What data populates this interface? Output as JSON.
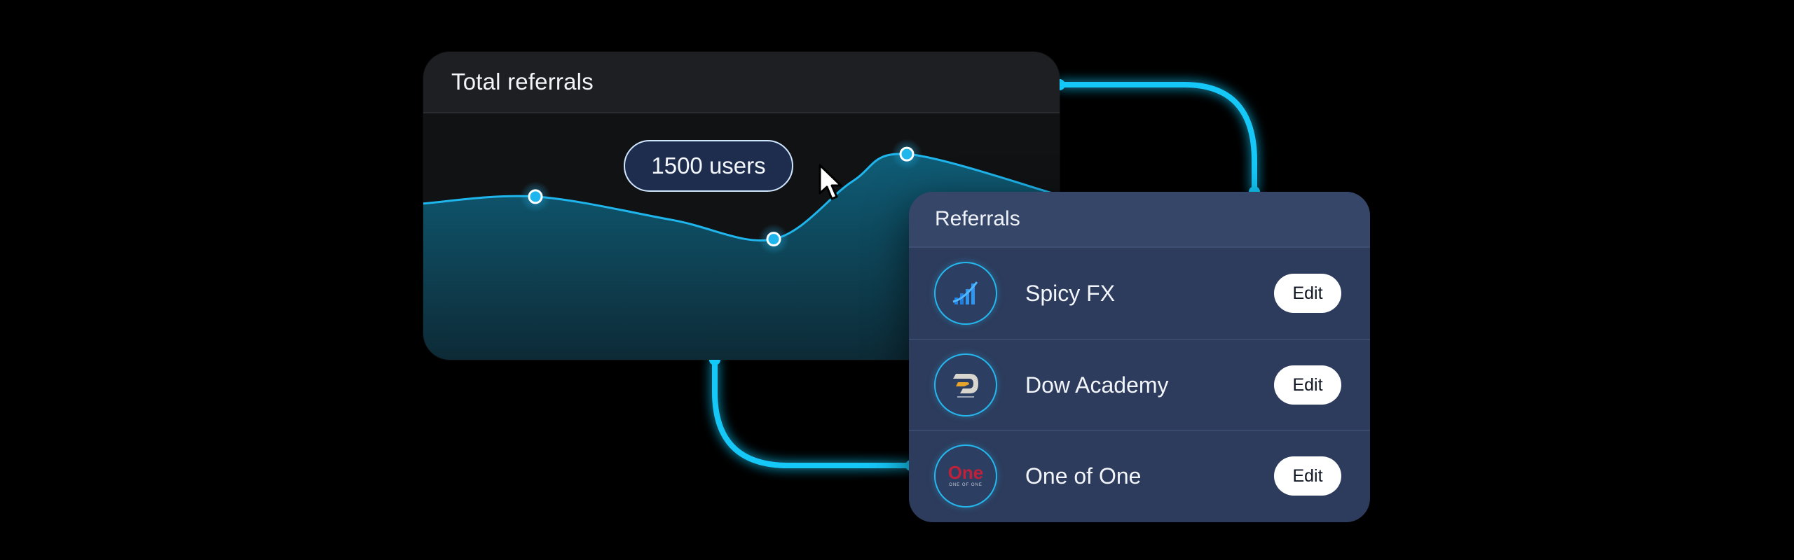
{
  "total_referrals": {
    "title": "Total referrals",
    "tooltip": "1500 users",
    "accent_color": "#1fb6ee"
  },
  "chart_data": {
    "type": "area",
    "title": "Total referrals",
    "xlabel": "",
    "ylabel": "",
    "highlighted_value": 1500,
    "highlighted_unit": "users",
    "series": [
      {
        "values": [
          1140,
          1190,
          1020,
          880,
          1300,
          1500,
          1200
        ]
      }
    ],
    "ylim": [
      0,
      1700
    ],
    "grid": false
  },
  "referrals": {
    "title": "Referrals",
    "items": [
      {
        "name": "Spicy FX",
        "action": "Edit",
        "logo": "spicy-fx-logo-icon"
      },
      {
        "name": "Dow Academy",
        "action": "Edit",
        "logo": "dow-academy-logo-icon"
      },
      {
        "name": "One of One",
        "action": "Edit",
        "logo": "one-of-one-logo-icon",
        "logo_text": "One",
        "logo_subtext": "ONE OF ONE"
      }
    ]
  },
  "colors": {
    "background": "#000000",
    "connector": "#12c8f8",
    "card_dark": "#111214",
    "card_blue": "#2d3b5c",
    "logo_one_red": "#c0213a"
  }
}
